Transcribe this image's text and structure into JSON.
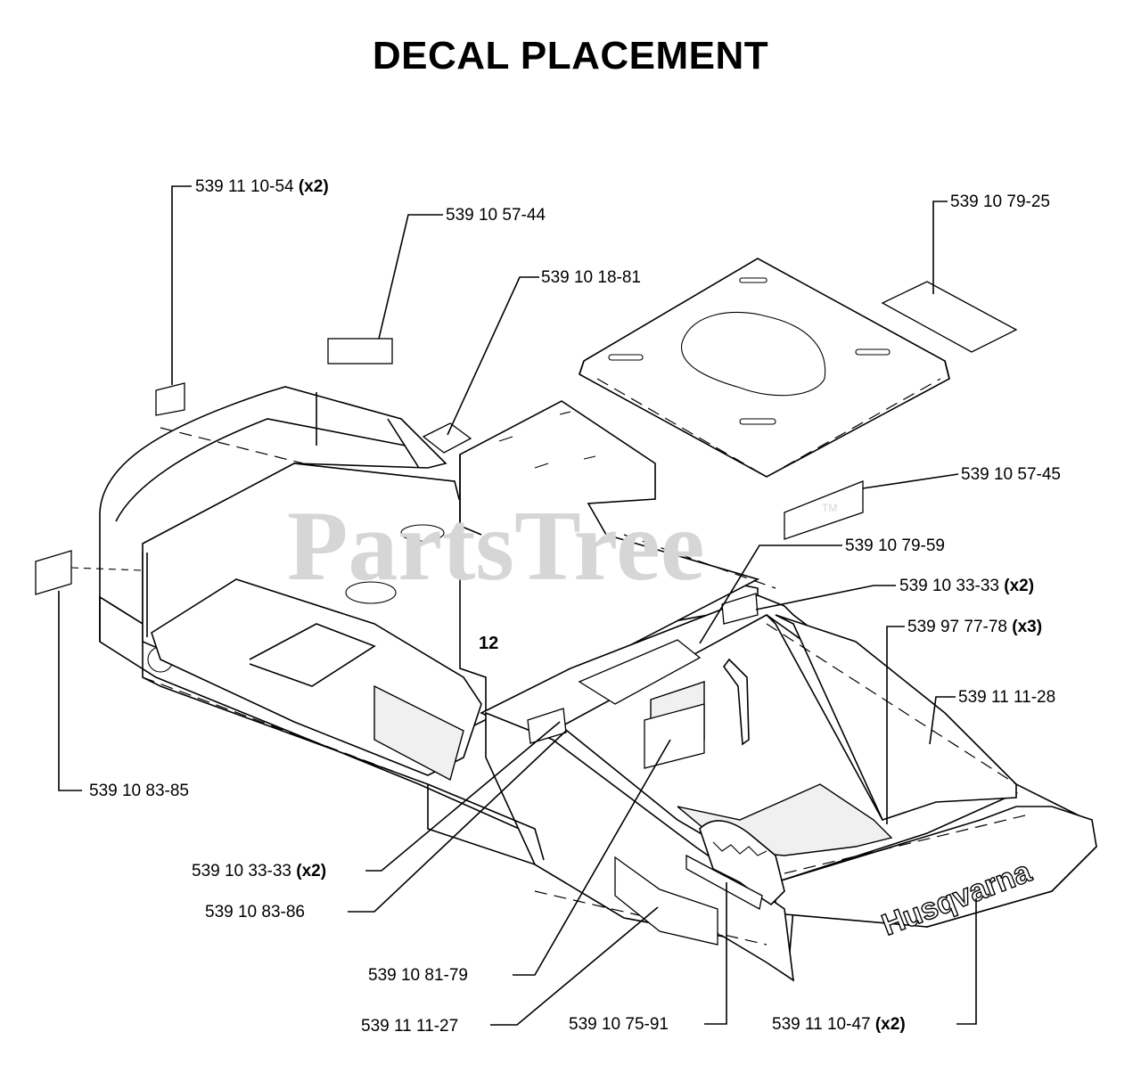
{
  "title": "DECAL PLACEMENT",
  "watermark": "PartsTree",
  "watermark_tm": "TM",
  "ref_number": "12",
  "brand_decal": "Husqvarna",
  "callouts": [
    {
      "part": "539 11 10-54",
      "qty": "(x2)"
    },
    {
      "part": "539 10 57-44",
      "qty": ""
    },
    {
      "part": "539 10 18-81",
      "qty": ""
    },
    {
      "part": "539 10 79-25",
      "qty": ""
    },
    {
      "part": "539 10 57-45",
      "qty": ""
    },
    {
      "part": "539 10 79-59",
      "qty": ""
    },
    {
      "part": "539 10 33-33",
      "qty": "(x2)"
    },
    {
      "part": "539 97 77-78",
      "qty": "(x3)"
    },
    {
      "part": "539 11 11-28",
      "qty": ""
    },
    {
      "part": "539 10 83-85",
      "qty": ""
    },
    {
      "part": "539 10 33-33",
      "qty": "(x2)"
    },
    {
      "part": "539 10 83-86",
      "qty": ""
    },
    {
      "part": "539 10 81-79",
      "qty": ""
    },
    {
      "part": "539 11 11-27",
      "qty": ""
    },
    {
      "part": "539 10 75-91",
      "qty": ""
    },
    {
      "part": "539 11 10-47",
      "qty": "(x2)"
    }
  ]
}
